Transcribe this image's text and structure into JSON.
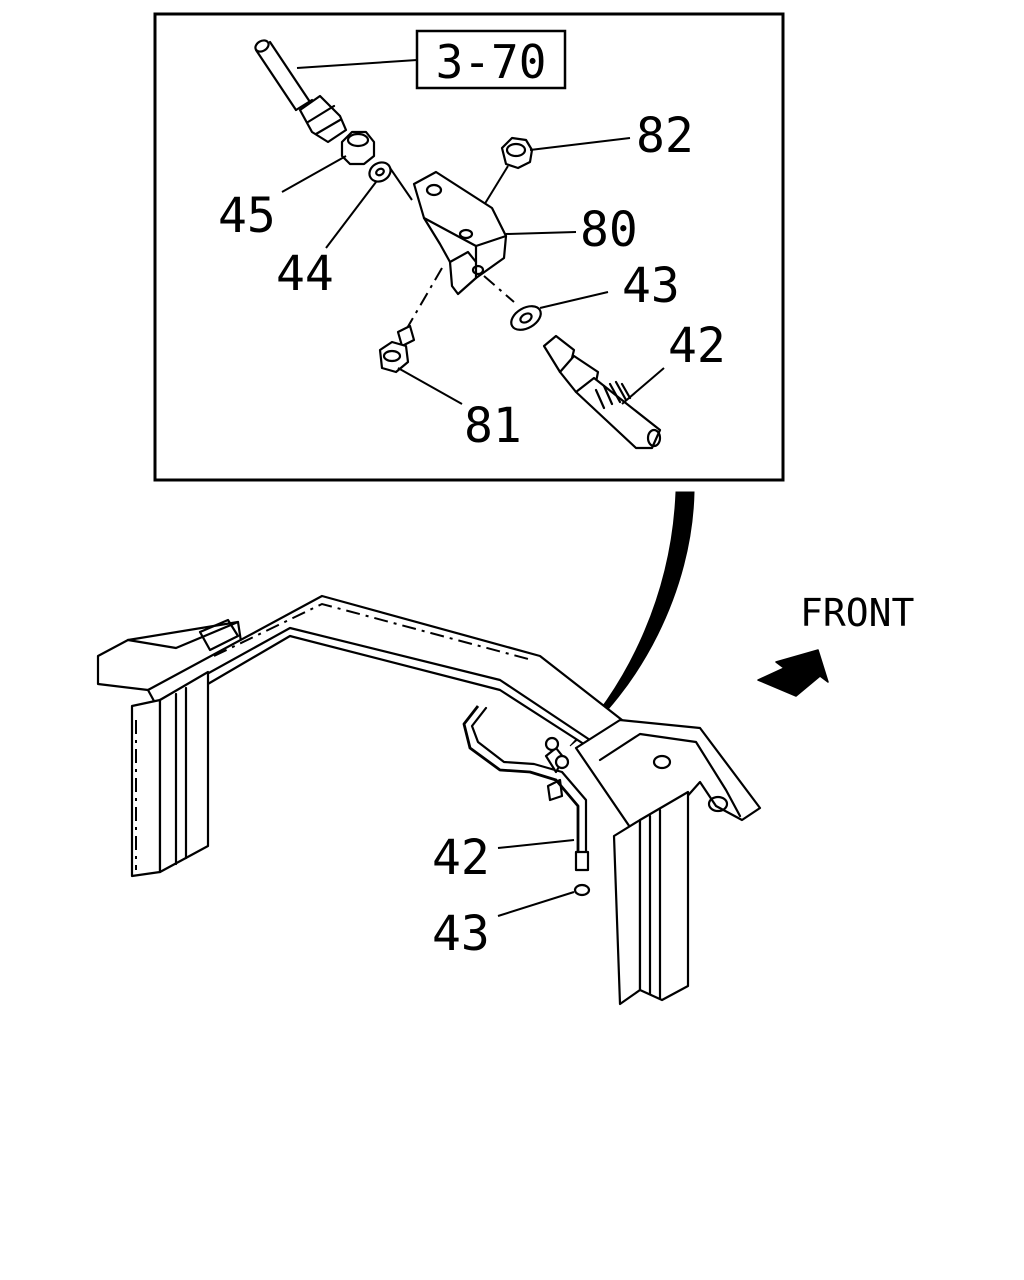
{
  "reference_box": {
    "text": "3-70"
  },
  "direction_label": {
    "text": "FRONT"
  },
  "callouts": {
    "detail": {
      "c45": "45",
      "c44": "44",
      "c82": "82",
      "c80": "80",
      "c43": "43",
      "c42": "42",
      "c81": "81"
    },
    "frame": {
      "c42": "42",
      "c43": "43"
    }
  }
}
